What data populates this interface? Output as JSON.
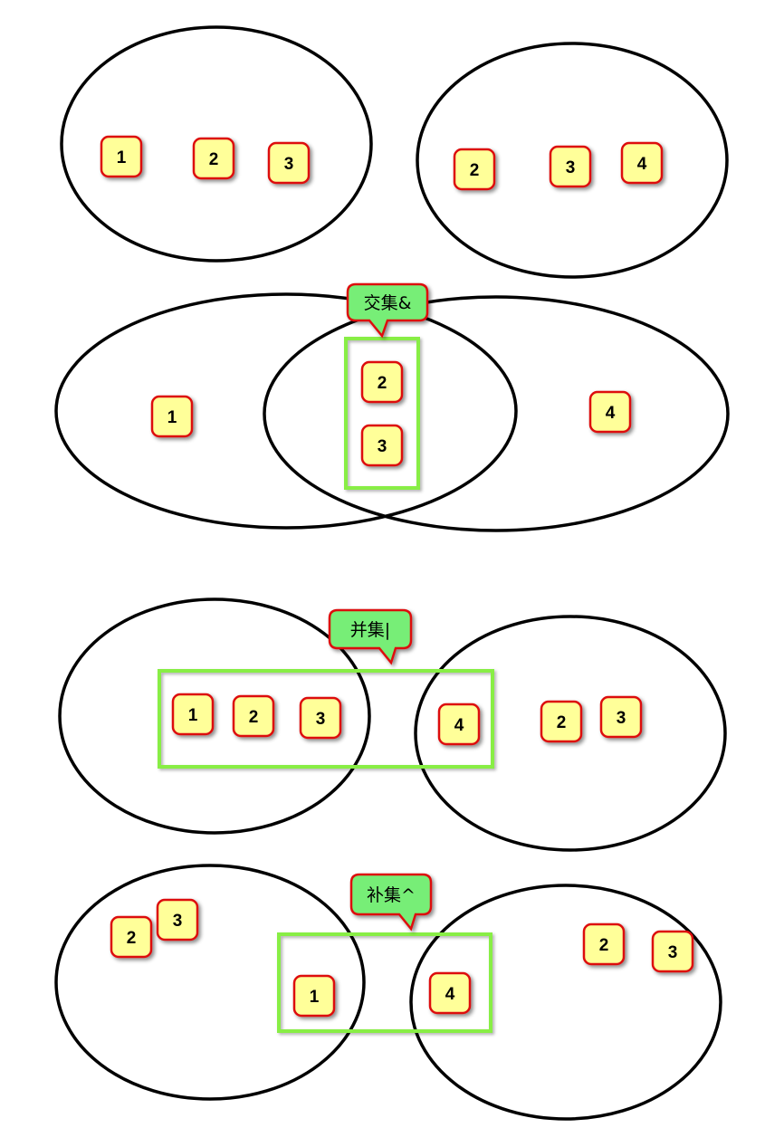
{
  "colors": {
    "item_fill": "#ffff99",
    "item_border": "#dd1111",
    "highlight": "#88ee44",
    "callout_fill": "#77ee77",
    "outline": "#000000"
  },
  "panels": [
    {
      "id": "sets",
      "callout": "",
      "left_items": [
        "1",
        "2",
        "3"
      ],
      "right_items": [
        "2",
        "3",
        "4"
      ],
      "highlighted_items": []
    },
    {
      "id": "intersection",
      "callout": "交集&",
      "left_items": [
        "1"
      ],
      "right_items": [
        "4"
      ],
      "highlighted_items": [
        "2",
        "3"
      ]
    },
    {
      "id": "union",
      "callout": "并集|",
      "left_items": [],
      "right_items": [
        "2",
        "3"
      ],
      "highlighted_items": [
        "1",
        "2",
        "3",
        "4"
      ]
    },
    {
      "id": "symmetric-difference",
      "callout": "补集^",
      "left_items": [
        "2",
        "3"
      ],
      "right_items": [
        "2",
        "3"
      ],
      "highlighted_items": [
        "1",
        "4"
      ]
    }
  ]
}
